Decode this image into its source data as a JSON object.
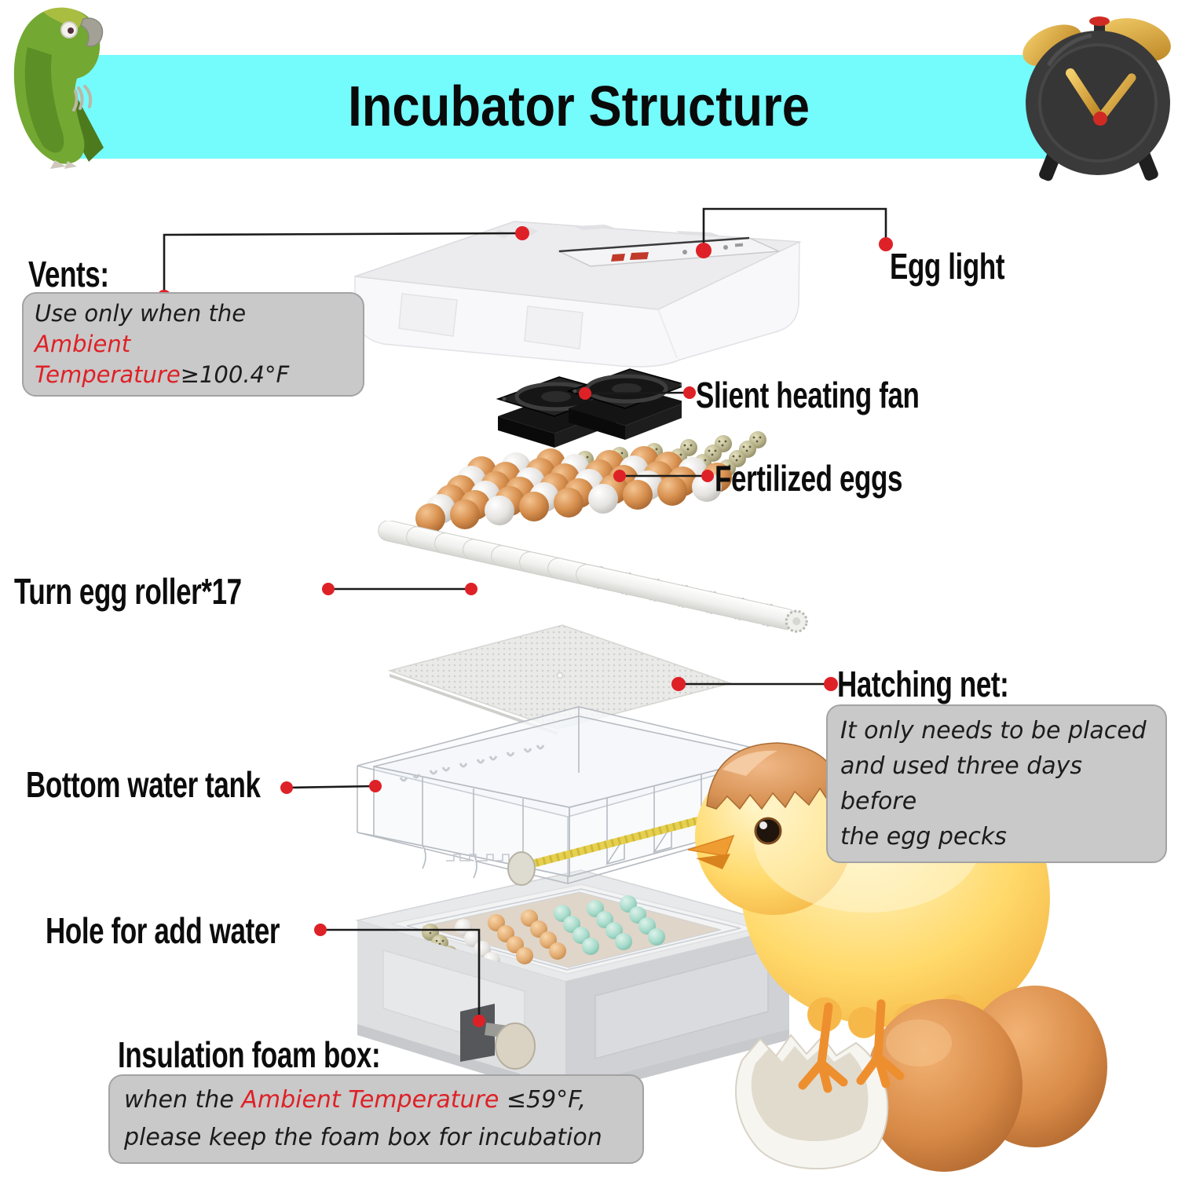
{
  "banner": {
    "title": "Incubator Structure"
  },
  "colors": {
    "banner_bg": "#74fbfc",
    "accent_red": "#de2127",
    "note_bg": "#c9c9c9"
  },
  "callouts": {
    "vents": {
      "title": "Vents:",
      "note_line1": "Use only when the",
      "note_line2_red": "Ambient Temperature",
      "note_line2_black": "≥100.4°F"
    },
    "egg_light": {
      "label": "Egg light"
    },
    "heating_fan": {
      "label": "Slient heating fan"
    },
    "fertilized_eggs": {
      "label": "Fertilized eggs"
    },
    "egg_roller": {
      "label": "Turn egg roller*17"
    },
    "hatching_net": {
      "title": "Hatching net:",
      "note_line1": "It only needs to be placed",
      "note_line2": "and used three days before",
      "note_line3": "the egg pecks"
    },
    "water_tank": {
      "label": "Bottom water tank"
    },
    "add_water": {
      "label": "Hole for add water"
    },
    "foam_box": {
      "title": "Insulation foam box:",
      "note_line1_black": "when the ",
      "note_line1_red": "Ambient Temperature",
      "note_line1_tail": " ≤59°F,",
      "note_line2": "please keep the foam box for incubation"
    }
  },
  "illustrations": {
    "parrot": "green-parrot",
    "alarm_clock": "black-alarm-clock",
    "lid": "incubator-lid-with-control-panel",
    "fans": "dual-silent-heating-fans",
    "eggs_tray": "rows-of-fertilized-eggs",
    "rollers": "egg-turning-rollers",
    "net": "hatching-net-mat",
    "tank": "transparent-bottom-water-tank",
    "foam": "insulation-foam-box-with-eggs",
    "chick": "hatched-chick-with-brown-eggs"
  }
}
